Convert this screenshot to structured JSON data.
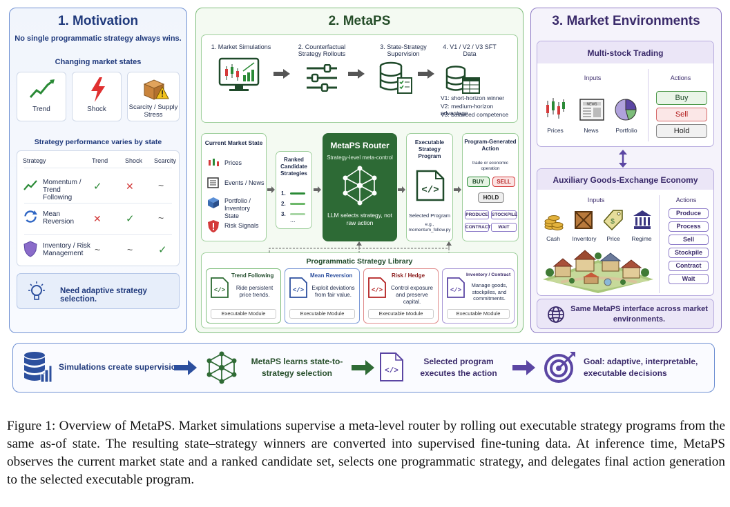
{
  "motivation": {
    "title": "1. Motivation",
    "subtitle": "No single programmatic strategy always wins.",
    "states_title": "Changing market states",
    "states": [
      "Trend",
      "Shock",
      "Scarcity / Supply Stress"
    ],
    "perf_title": "Strategy performance varies by state",
    "table": {
      "headers": [
        "Strategy",
        "Trend",
        "Shock",
        "Scarcity"
      ],
      "rows": [
        {
          "name": "Momentum / Trend Following",
          "cells": [
            "✓",
            "✕",
            "~"
          ]
        },
        {
          "name": "Mean Reversion",
          "cells": [
            "✕",
            "✓",
            "~"
          ]
        },
        {
          "name": "Inventory / Risk Management",
          "cells": [
            "~",
            "~",
            "✓"
          ]
        }
      ]
    },
    "need": "Need adaptive strategy selection."
  },
  "metaps": {
    "title": "2. MetaPS",
    "pipeline": [
      {
        "label": "1. Market Simulations"
      },
      {
        "label": "2. Counterfactual Strategy Rollouts"
      },
      {
        "label": "3. State-Strategy Supervision"
      },
      {
        "label": "4. V1 / V2 / V3 SFT Data"
      }
    ],
    "versions": [
      "V1: short-horizon winner",
      "V2: medium-horizon advantage",
      "V3: balanced competence"
    ],
    "state_title": "Current Market State",
    "state_items": [
      "Prices",
      "Events / News",
      "Portfolio / Inventory State",
      "Risk Signals"
    ],
    "ranked_title": "Ranked Candidate Strategies",
    "ranked_items": [
      "1.",
      "2.",
      "3.",
      "..."
    ],
    "router_title": "MetaPS Router",
    "router_sub": "Strategy-level meta-control",
    "router_note": "LLM selects strategy, not raw action",
    "exec_title": "Executable Strategy Program",
    "exec_selected": "Selected Program",
    "exec_eg": "e.g., momentum_follow.py",
    "gen_title": "Program-Generated Action",
    "gen_sub": "trade or economic operation",
    "trade_actions": [
      "BUY",
      "SELL",
      "HOLD"
    ],
    "econ_actions": [
      "PRODUCE",
      "STOCKPILE",
      "CONTRACT",
      "WAIT"
    ],
    "library_title": "Programmatic Strategy Library",
    "modules": [
      {
        "title": "Trend Following",
        "desc": "Ride persistent price trends.",
        "foot": "Executable Module"
      },
      {
        "title": "Mean Reversion",
        "desc": "Exploit deviations from fair value.",
        "foot": "Executable Module"
      },
      {
        "title": "Risk / Hedge",
        "desc": "Control exposure and preserve capital.",
        "foot": "Executable Module"
      },
      {
        "title": "Inventory / Contract",
        "desc": "Manage goods, stockpiles, and commitments.",
        "foot": "Executable Module"
      }
    ]
  },
  "markets": {
    "title": "3. Market Environments",
    "multi": {
      "title": "Multi-stock Trading",
      "inputs_title": "Inputs",
      "actions_title": "Actions",
      "inputs": [
        "Prices",
        "News",
        "Portfolio"
      ],
      "actions": [
        "Buy",
        "Sell",
        "Hold"
      ],
      "news_text": "NEWS"
    },
    "aux": {
      "title": "Auxiliary Goods-Exchange Economy",
      "inputs_title": "Inputs",
      "actions_title": "Actions",
      "inputs": [
        "Cash",
        "Inventory",
        "Price",
        "Regime"
      ],
      "actions": [
        "Produce",
        "Process",
        "Sell",
        "Stockpile",
        "Contract",
        "Wait"
      ]
    },
    "same": "Same MetaPS interface across market environments."
  },
  "bottom": {
    "steps": [
      "Simulations create supervision",
      "MetaPS learns state-to-strategy selection",
      "Selected program executes the action"
    ],
    "goal_label": "Goal:",
    "goal_text": "adaptive, interpretable, executable decisions"
  },
  "caption": "Figure 1: Overview of MetaPS. Market simulations supervise a meta-level router by rolling out executable strategy programs from the same as-of state. The resulting state–strategy winners are converted into supervised fine-tuning data. At inference time, MetaPS observes the current market state and a ranked candidate set, selects one programmatic strategy, and delegates final action generation to the selected executable program.",
  "colors": {
    "blue": "#2c4f9e",
    "green": "#2f6b35",
    "purple": "#5b46a3",
    "router": "#2d6a35"
  }
}
